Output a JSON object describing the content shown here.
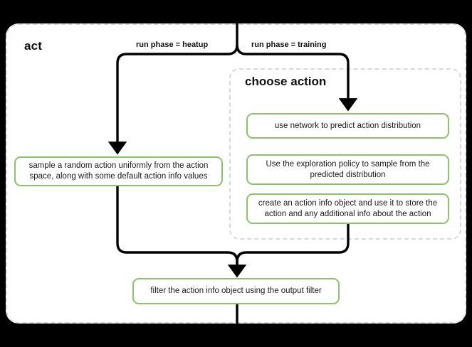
{
  "diagram": {
    "type": "flowchart",
    "background_color": "#000000",
    "panel_color": "#ffffff",
    "node_border_color": "#8dc26a",
    "group_border_color": "#d9d9d9",
    "connector_color": "#000000"
  },
  "act_group": {
    "title": "act"
  },
  "choose_action_group": {
    "title": "choose action"
  },
  "edges": {
    "heatup_label": "run phase = heatup",
    "training_label": "run phase = training"
  },
  "nodes": {
    "heatup_sample": "sample a random action uniformly from the action space, along with some default action info values",
    "predict_distribution": "use network to predict action distribution",
    "exploration_policy": "Use the exploration policy to sample from the predicted distribution",
    "create_action_info": "create an action info object and use it to store the action and any additional info about the action",
    "output_filter": "filter the action info object using the output filter"
  }
}
